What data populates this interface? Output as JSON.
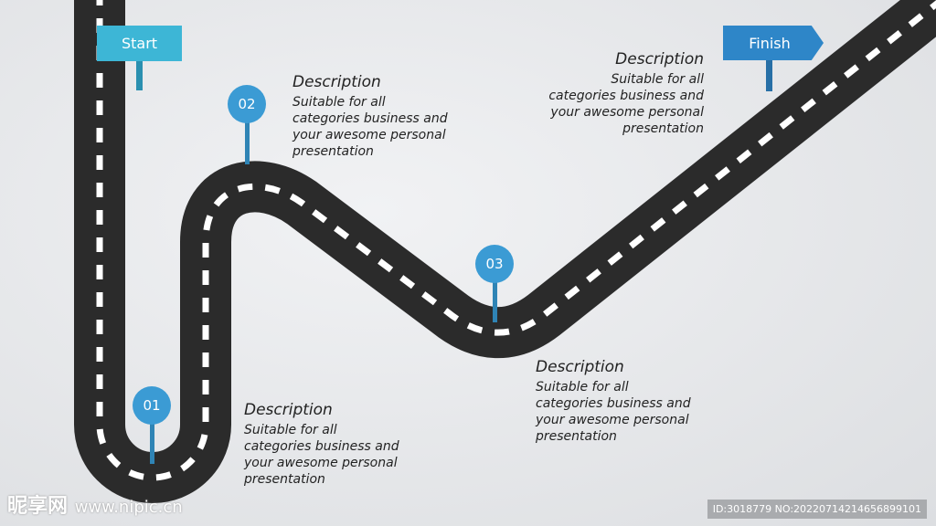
{
  "start_label": "Start",
  "finish_label": "Finish",
  "steps": [
    {
      "number": "01",
      "title": "Description",
      "text": "Suitable for all\ncategories business and\nyour awesome personal\npresentation"
    },
    {
      "number": "02",
      "title": "Description",
      "text": "Suitable for all\ncategories business and\nyour awesome personal\npresentation"
    },
    {
      "number": "03",
      "title": "Description",
      "text": "Suitable for all\ncategories business and\nyour awesome personal\npresentation"
    },
    {
      "title": "Description",
      "text": "Suitable for all\ncategories business and\nyour awesome personal\npresentation"
    }
  ],
  "watermark": {
    "logo": "昵享网",
    "url": "www.nipic.cn",
    "id": "ID:3018779 NO:20220714214656899101"
  },
  "colors": {
    "road": "#2b2b2b",
    "pin": "#3b9bd4",
    "start": "#3db6d6",
    "finish": "#2e86c8"
  }
}
